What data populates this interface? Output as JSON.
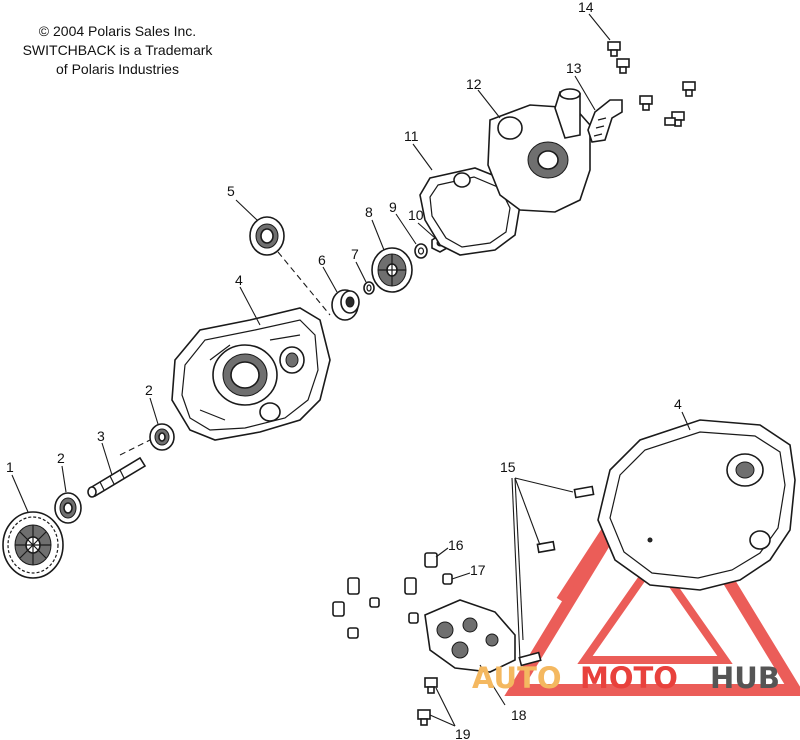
{
  "notice": {
    "line1": "© 2004 Polaris Sales Inc.",
    "line2": "SWITCHBACK is a Trademark",
    "line3": "of Polaris Industries"
  },
  "callouts": {
    "c1": "1",
    "c2a": "2",
    "c2b": "2",
    "c3": "3",
    "c4a": "4",
    "c4b": "4",
    "c5": "5",
    "c6": "6",
    "c7": "7",
    "c8": "8",
    "c9": "9",
    "c10": "10",
    "c11": "11",
    "c12": "12",
    "c13": "13",
    "c14": "14",
    "c15": "15",
    "c16": "16",
    "c17": "17",
    "c18": "18",
    "c19": "19"
  },
  "watermark": {
    "part1": "AUTO",
    "part2": "MOTO",
    "part3": "HUB",
    "color_primary": "#e8413c",
    "color_secondary": "#f4b860",
    "color_dark": "#555555"
  }
}
